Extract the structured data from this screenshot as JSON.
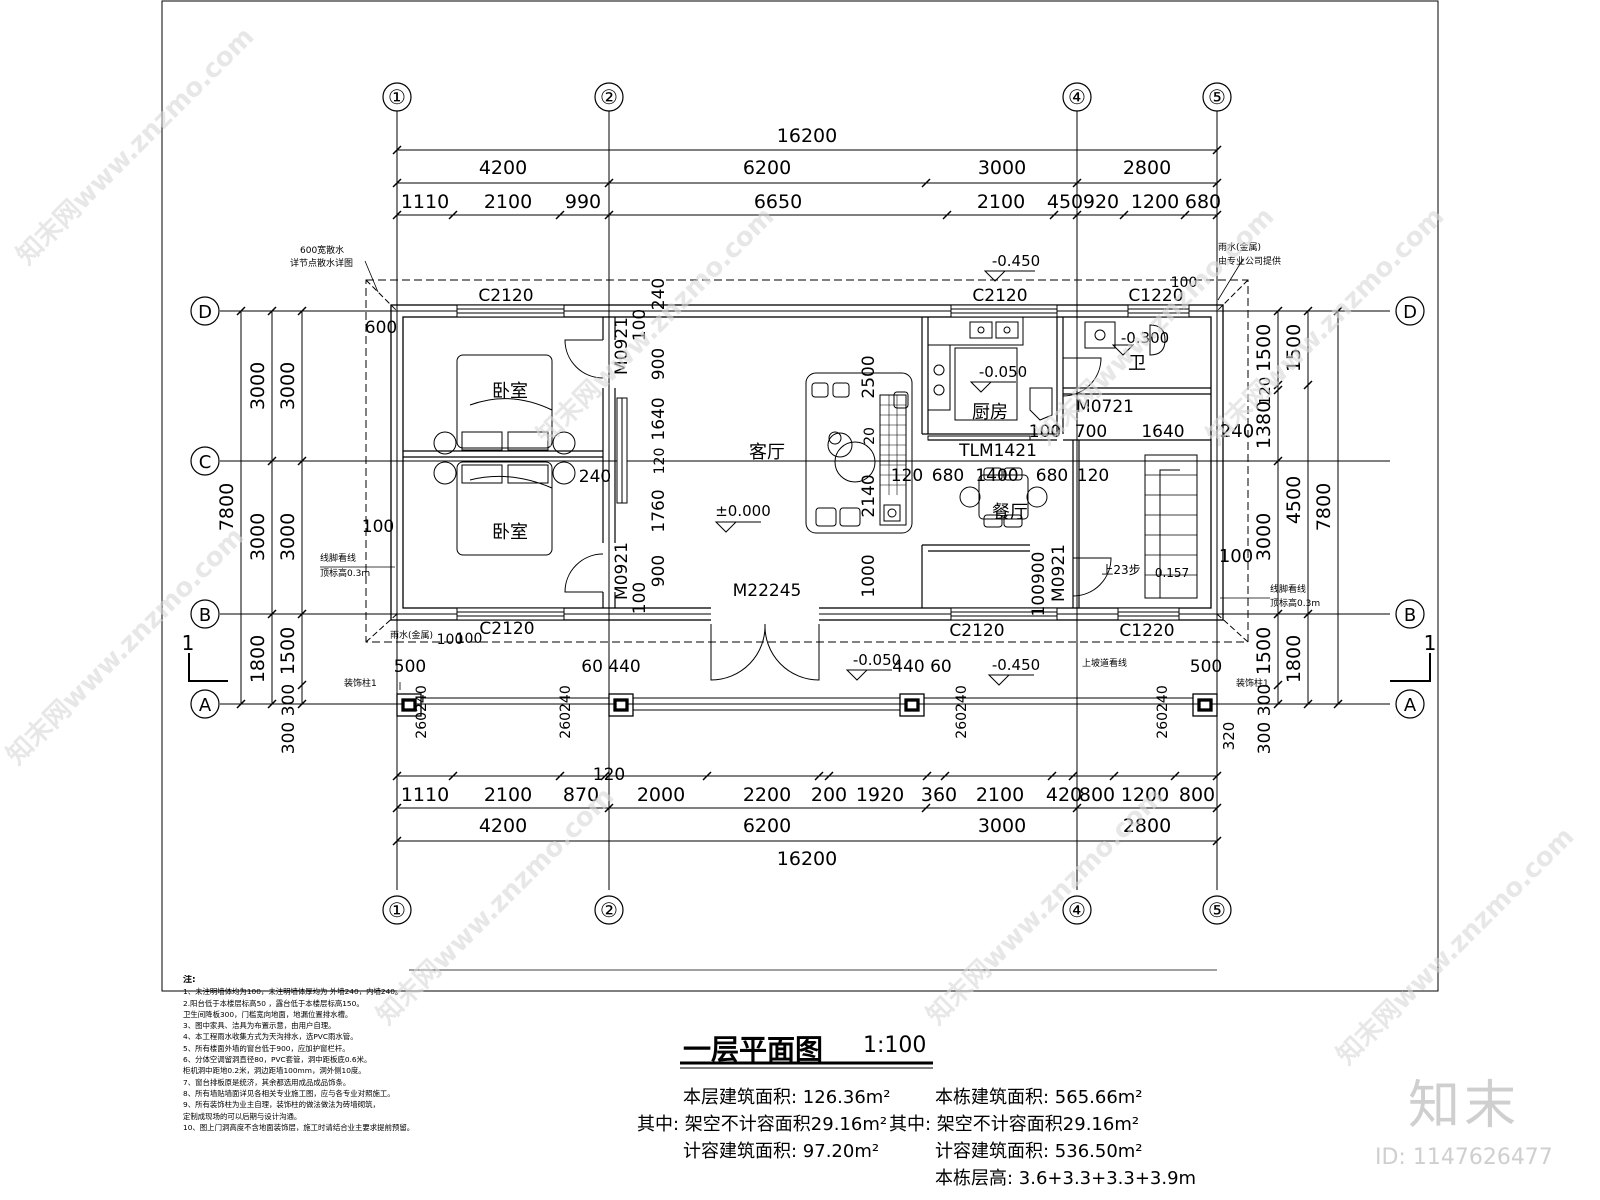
{
  "grid_axes": {
    "vertical": [
      "①",
      "②",
      "④",
      "⑤"
    ],
    "horizontal": [
      "D",
      "C",
      "B",
      "A"
    ]
  },
  "top_dims": {
    "overall": "16200",
    "bays": [
      "4200",
      "6200",
      "3000",
      "2800"
    ],
    "detail": [
      "1110",
      "2100",
      "990",
      "6650",
      "2100",
      "450",
      "920",
      "1200",
      "680"
    ]
  },
  "bottom_dims": {
    "detail": [
      "1110",
      "2100",
      "870",
      "2000",
      "2200",
      "200",
      "1920",
      "360",
      "2100",
      "420",
      "800",
      "1200",
      "800"
    ],
    "bays": [
      "4200",
      "6200",
      "3000",
      "2800"
    ],
    "overall": "16200",
    "extra": "120"
  },
  "left_dims": {
    "overall": "7800",
    "bays": [
      "3000",
      "3000",
      "1800"
    ],
    "inner": [
      "3000",
      "3000",
      "1500",
      "300",
      "300"
    ]
  },
  "right_dims": {
    "overall": "7800",
    "bays": [
      "1500",
      "4500",
      "1800"
    ],
    "inner": [
      "1500",
      "120",
      "1380",
      "3000",
      "1500",
      "300",
      "300"
    ],
    "extra": [
      "240",
      "100",
      "320"
    ]
  },
  "rooms": {
    "bedroom1": "卧室",
    "bedroom2": "卧室",
    "living": "客厅",
    "kitchen": "厨房",
    "dining": "餐厅",
    "bath": "卫"
  },
  "openings": {
    "c2120_top_left": "C2120",
    "c2120_top_right": "C2120",
    "c1220_top": "C1220",
    "c2120_bot_left": "C2120",
    "c2120_bot_right": "C2120",
    "c1220_bot": "C1220",
    "m0921_a": "M0921",
    "m0921_b": "M0921",
    "m0921_c": "M0921",
    "m0721": "M0721",
    "m22245": "M22245",
    "tlm1421": "TLM1421"
  },
  "levels": {
    "zero": "±0.000",
    "m045_top": "-0.450",
    "m0050_kitchen": "-0.050",
    "m0300_bath": "-0.300",
    "m0050_porch": "-0.050",
    "m045_bot": "-0.450",
    "stair": "0.157"
  },
  "misc": {
    "d600": "600",
    "d100_left": "100",
    "d240_wall": "240",
    "d240_top": "240",
    "d100_top": "100",
    "d900_a": "900",
    "d1640": "1640",
    "d120": "120",
    "d1760": "1760",
    "d900_b": "900",
    "d100_b": "100",
    "d2500": "2500",
    "d20": "20",
    "d2140": "2140",
    "d1000": "1000",
    "d100_k": "100",
    "d700": "700",
    "d1640_r": "1640",
    "d680_a": "680",
    "d1400": "1400",
    "d680_b": "680",
    "d120_a": "120",
    "d120_b": "120",
    "d1090": "100900",
    "d100_r": "100",
    "d100_tr": "100",
    "stairs_note": "上23步",
    "col_500_l": "500",
    "col_500_r": "500",
    "col_60_440": "60 440",
    "col_440_60": "440 60",
    "col_260240_a": "260240",
    "col_260240_b": "260240",
    "col_260240_c": "260240",
    "col_260240_d": "260240",
    "col_label_l": "装饰柱1",
    "col_label_r": "装饰柱1",
    "gutter_note_1": "600宽散水",
    "gutter_note_2": "详节点散水详图",
    "downpipe_note_1": "雨水(金属)",
    "downpipe_note_2": "由专业公司提供",
    "downpipe_note_bl": "雨水(金属)",
    "line_note_l1": "线脚看线",
    "line_note_l2": "顶标高0.3m",
    "line_note_r1": "线脚看线",
    "line_note_r2": "顶标高0.3m",
    "ramp_note": "上坡道看线",
    "section_mark": "1",
    "d100_bl": "100",
    "d100_bl2": "100"
  },
  "notes": {
    "title": "注:",
    "lines": [
      "1、未注明墙体均为100，未注明墙体厚均为 外墙240，内墙240。",
      "2.阳台低于本楼层标高50 ，露台低于本楼层标高150。",
      "  卫生间降板300，门槛宽向地面，地漏位置排水槽。",
      "3、图中家具、洁具为布置示意，由用户自理。",
      "4、本工程雨水收集方式为天沟排水，选PVC雨水管。",
      "5、所有楼面外墙的窗台低于900，应加护窗栏杆。",
      "6、分体空调留洞直径80，PVC套管，洞中距板底0.6米。",
      "  柜机洞中距地0.2米，洞边距墙100mm，洞外侧10度。",
      "7、窗台排板原是统济，其余都选用成品成品饰条。",
      "8、所有墙贴墙面详见各相关专业施工图，应与各专业对照施工。",
      "9、所有装饰柱为业主自理，装饰柱的做法做法为砖墙砌筑，",
      "  定制成现场的可以后期与设计沟通。",
      "10、图上门洞高度不含地面装饰层，施工时请结合业主要求提前预留。"
    ]
  },
  "title": {
    "main": "一层平面图",
    "scale": "1:100",
    "floor_area": "本层建筑面积: 126.36m²",
    "floor_open": "其中: 架空不计容面积29.16m²",
    "floor_count": "计容建筑面积: 97.20m²",
    "bldg_area": "本栋建筑面积: 565.66m²",
    "bldg_open": "其中: 架空不计容面积29.16m²",
    "bldg_count": "计容建筑面积: 536.50m²",
    "bldg_heights": "本栋层高: 3.6+3.3+3.3+3.9m"
  },
  "watermark": {
    "site": "www.znzmo.com",
    "brand": "知末网",
    "logo": "知末",
    "id": "ID: 1147626477"
  }
}
